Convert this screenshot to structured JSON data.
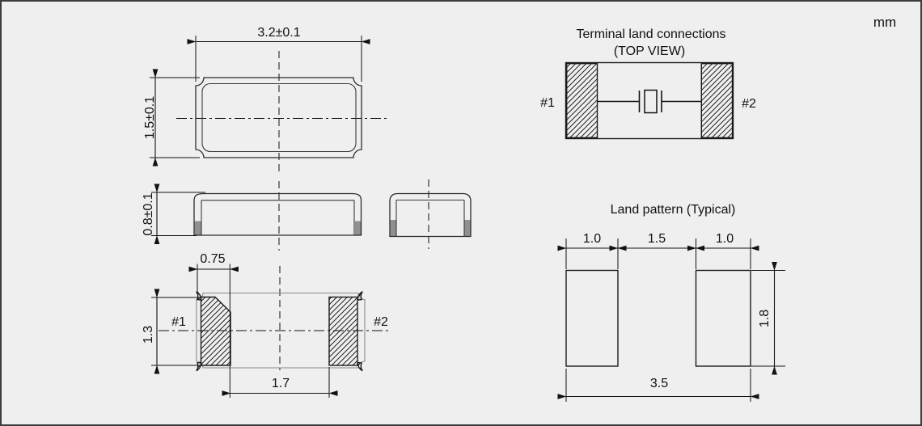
{
  "units_label": "mm",
  "dimension_views": {
    "top_view": {
      "width": "3.2±0.1",
      "height": "1.5±0.1"
    },
    "side_view": {
      "thickness": "0.8±0.1"
    },
    "bottom_view": {
      "pad_width": "0.75",
      "pad_height": "1.3",
      "pad_gap": "1.7",
      "terminal_1": "#1",
      "terminal_2": "#2"
    }
  },
  "terminal_land_connections": {
    "title": "Terminal land connections",
    "subtitle": "(TOP VIEW)",
    "terminal_1": "#1",
    "terminal_2": "#2"
  },
  "land_pattern": {
    "title": "Land pattern (Typical)",
    "pad_width_left": "1.0",
    "pad_gap": "1.5",
    "pad_width_right": "1.0",
    "pad_height": "1.8",
    "overall_width": "3.5"
  },
  "colors": {
    "background": "#efefef",
    "line": "#111111",
    "metallization_gray": "#909090",
    "border": "#3c3c3c"
  }
}
